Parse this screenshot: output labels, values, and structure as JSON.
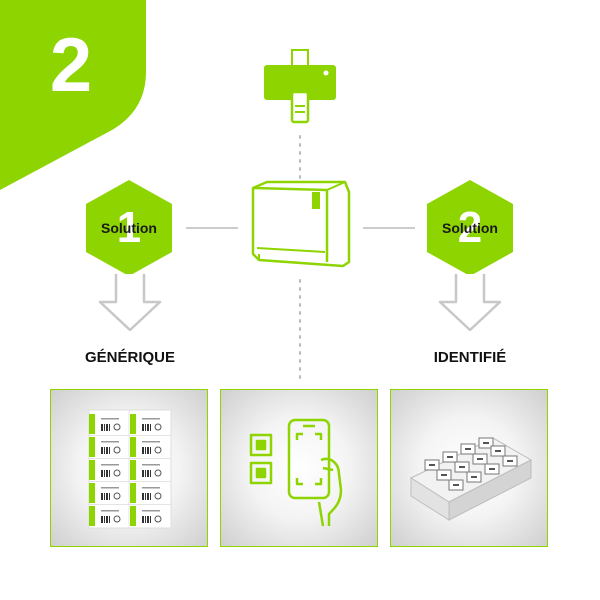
{
  "step": {
    "number": "2"
  },
  "solutions": [
    {
      "number": "1",
      "label": "Solution",
      "caption": "GÉNÉRIQUE"
    },
    {
      "number": "2",
      "label": "Solution",
      "caption": "IDENTIFIÉ"
    }
  ],
  "icons": {
    "printer": "label-printer-icon",
    "sterilizer": "autoclave-sterilizer-icon",
    "tile1": "printed-label-sheet",
    "tile2": "smartphone-qr-scan-icon",
    "tile3": "instrument-tray"
  },
  "colors": {
    "accent": "#8ed400",
    "arrow": "#c8c8c8",
    "line": "#cccccc"
  }
}
